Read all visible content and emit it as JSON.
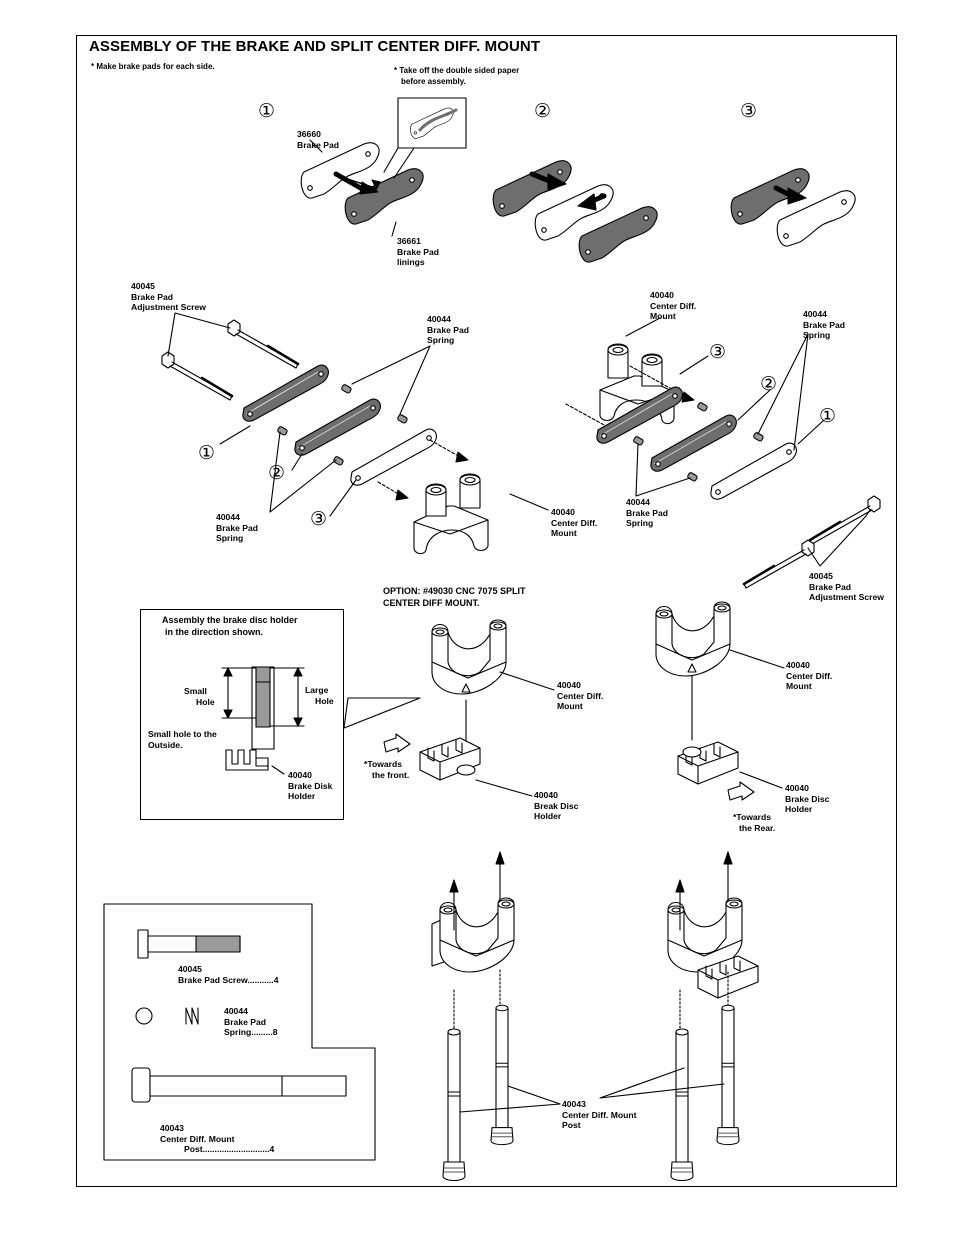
{
  "title": "ASSEMBLY OF THE BRAKE AND SPLIT CENTER DIFF. MOUNT",
  "notes": {
    "make_pads": "* Make  brake pads for each side.",
    "take_off_1": "* Take off the double sided paper",
    "take_off_2": "before assembly."
  },
  "steps": [
    "①",
    "②",
    "③"
  ],
  "pad_labels": {
    "brake_pad": [
      "36660",
      "Brake Pad"
    ],
    "linings": [
      "36661",
      "Brake Pad",
      "linings"
    ]
  },
  "left_assembly": {
    "screw": [
      "40045",
      "Brake Pad",
      "Adjustment Screw"
    ],
    "spring_top": [
      "40044",
      "Brake Pad",
      "Spring"
    ],
    "spring_bottom": [
      "40044",
      "Brake Pad",
      "Spring"
    ],
    "mount": [
      "40040",
      "Center Diff.",
      "Mount"
    ]
  },
  "right_assembly": {
    "mount": [
      "40040",
      "Center Diff.",
      "Mount"
    ],
    "spring_top": [
      "40044",
      "Brake Pad",
      "Spring"
    ],
    "spring_bottom": [
      "40044",
      "Brake Pad",
      "Spring"
    ],
    "screw": [
      "40045",
      "Brake Pad",
      "Adjustment Screw"
    ]
  },
  "option": [
    "OPTION: #49030  CNC 7075 SPLIT",
    "CENTER DIFF MOUNT."
  ],
  "inset": {
    "heading_1": "Assembly the brake disc holder",
    "heading_2": "in the direction shown.",
    "small_hole": [
      "Small",
      "Hole"
    ],
    "large_hole": [
      "Large",
      "Hole"
    ],
    "outside": [
      "Small hole to the",
      "Outside."
    ],
    "holder": [
      "40040",
      "Brake Disk",
      "Holder"
    ]
  },
  "front_mount": {
    "mount": [
      "40040",
      "Center Diff.",
      "Mount"
    ],
    "towards": [
      "*Towards",
      "the front."
    ],
    "holder": [
      "40040",
      "Break Disc",
      "Holder"
    ]
  },
  "rear_mount": {
    "mount": [
      "40040",
      "Center Diff.",
      "Mount"
    ],
    "holder": [
      "40040",
      "Brake Disc",
      "Holder"
    ],
    "towards": [
      "*Towards",
      "the Rear."
    ]
  },
  "parts": {
    "screw": [
      "40045",
      "Brake Pad Screw...........4"
    ],
    "spring": [
      "40044",
      "Brake Pad",
      "Spring.........8"
    ],
    "post": [
      "40043",
      "Center Diff. Mount",
      "Post............................4"
    ]
  },
  "post_label": [
    "40043",
    "Center Diff. Mount",
    "Post"
  ],
  "colors": {
    "pad": "#6e6e6e",
    "line": "#000000",
    "hatch": "#9a9a9a"
  }
}
